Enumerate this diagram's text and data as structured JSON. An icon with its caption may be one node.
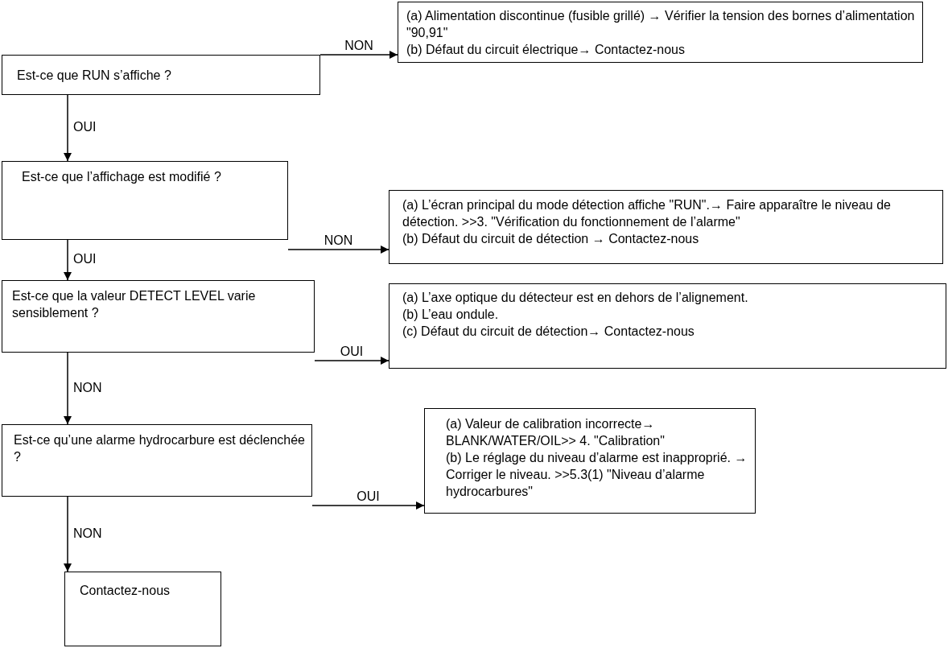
{
  "diagram": {
    "nodes": [
      {
        "text": [
          "Est-ce que RUN s’affiche ?"
        ]
      },
      {
        "text": [
          "(a) Alimentation discontinue (fusible grillé) → Vérifier la tension des bornes d’alimentation \"90,91\"",
          "(b) Défaut du circuit électrique→ Contactez-nous"
        ]
      },
      {
        "text": [
          "Est-ce que l’affichage est modifié ?"
        ]
      },
      {
        "text": [
          "(a) L’écran principal du mode détection affiche \"RUN\".→ Faire apparaître le niveau de détection. >>3. \"Vérification du fonctionnement de l’alarme\"",
          "(b) Défaut du circuit de détection → Contactez-nous"
        ]
      },
      {
        "text": [
          "Est-ce que la valeur DETECT LEVEL varie sensiblement ?"
        ]
      },
      {
        "text": [
          "(a) L’axe optique du détecteur est en dehors de l’alignement.",
          "(b) L’eau ondule.",
          "(c) Défaut du circuit de détection→ Contactez-nous"
        ]
      },
      {
        "text": [
          "Est-ce qu’une alarme hydrocarbure est déclenchée ?"
        ]
      },
      {
        "text": [
          "(a) Valeur de calibration incorrecte→ BLANK/WATER/OIL>> 4. \"Calibration\"",
          "(b) Le réglage du niveau d’alarme est inapproprié. → Corriger le niveau. >>5.3(1) \"Niveau d’alarme hydrocarbures\""
        ]
      },
      {
        "text": [
          "Contactez-nous"
        ]
      }
    ],
    "edges": [
      {
        "from": 0,
        "to": 1,
        "arrow": "to",
        "label": "NON"
      },
      {
        "from": 0,
        "to": 2,
        "arrow": "to",
        "label": "OUI"
      },
      {
        "from": 2,
        "to": 3,
        "arrow": "to",
        "label": "NON"
      },
      {
        "from": 2,
        "to": 4,
        "arrow": "to",
        "label": "OUI"
      },
      {
        "from": 4,
        "to": 5,
        "arrow": "to",
        "label": "OUI"
      },
      {
        "from": 4,
        "to": 6,
        "arrow": "to",
        "label": "NON"
      },
      {
        "from": 6,
        "to": 7,
        "arrow": "to",
        "label": "OUI"
      },
      {
        "from": 6,
        "to": 8,
        "arrow": "to",
        "label": "NON"
      }
    ]
  }
}
